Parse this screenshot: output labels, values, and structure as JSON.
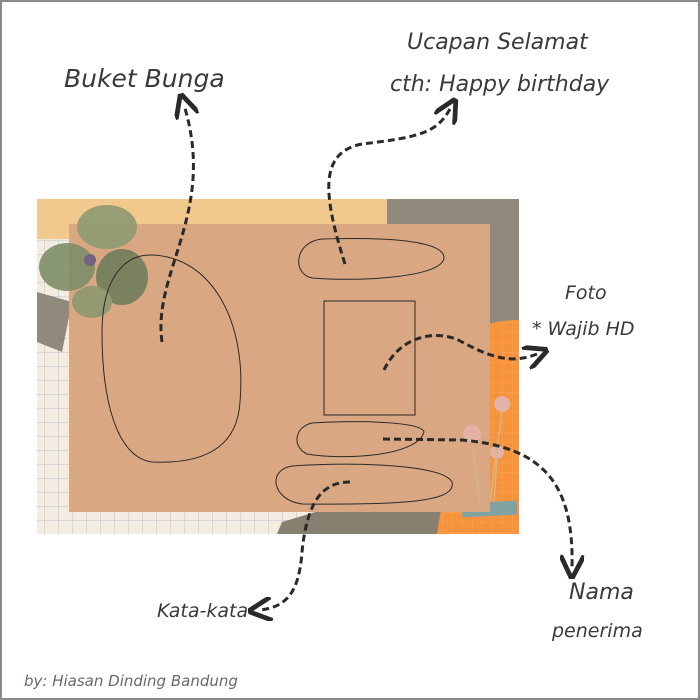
{
  "labels": {
    "buket": "Buket Bunga",
    "ucapan_title": "Ucapan Selamat",
    "ucapan_example": "cth: Happy birthday",
    "foto": "Foto",
    "foto_note": "* Wajib HD",
    "nama_line1": "Nama",
    "nama_line2": "penerima",
    "kata": "Kata-kata"
  },
  "credit": "by: Hiasan Dinding Bandung",
  "colors": {
    "card": "#d9a882",
    "orange": "#f7933a",
    "ink": "#2a2a2a"
  }
}
